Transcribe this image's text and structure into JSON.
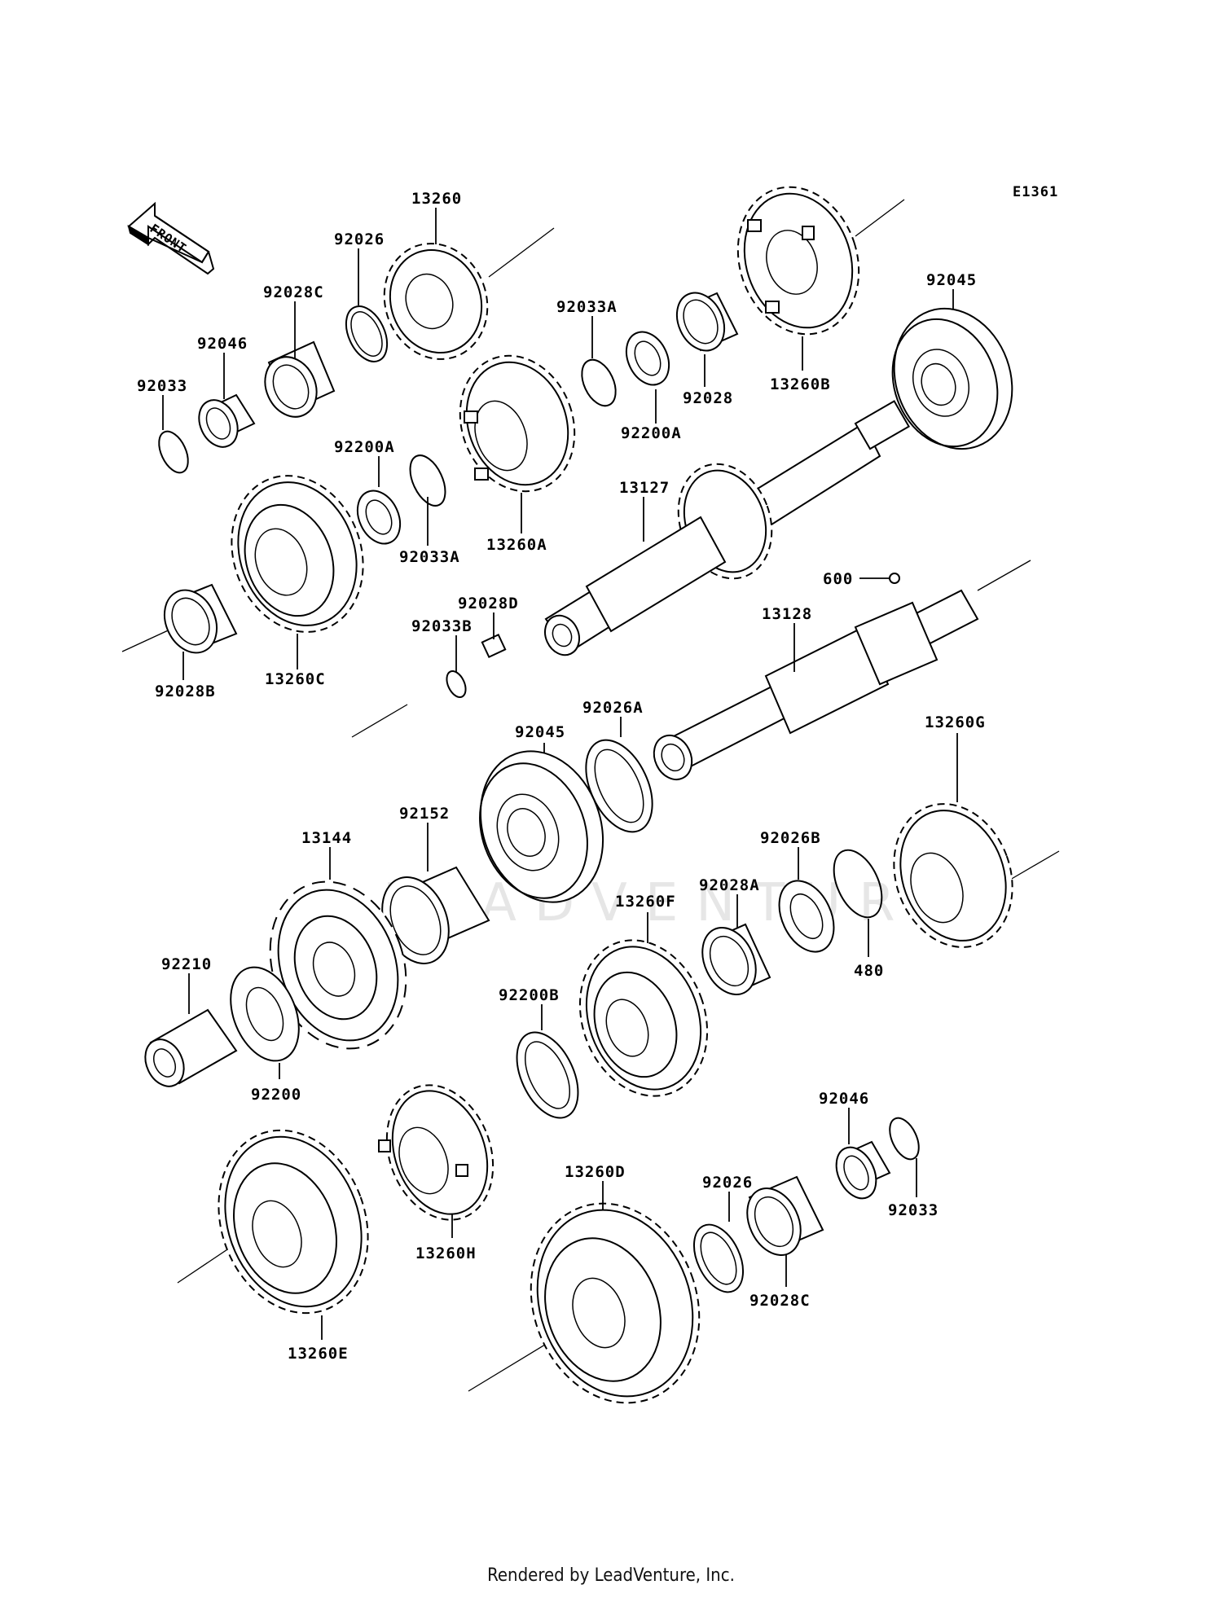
{
  "diagram_code": "E1361",
  "front_label": "FRONT",
  "watermark": "LEADVENTURE",
  "footer": "Rendered by LeadVenture, Inc.",
  "labels": {
    "l13260": "13260",
    "l92026_top": "92026",
    "l92028c_top": "92028C",
    "l92046_top": "92046",
    "l92033_top": "92033",
    "l92033a_top": "92033A",
    "l92200a_top": "92200A",
    "l92028": "92028",
    "l13260b": "13260B",
    "l92045_top": "92045",
    "l92200a_left": "92200A",
    "l92033a_left": "92033A",
    "l13260a": "13260A",
    "l13127": "13127",
    "l600": "600",
    "l92028d": "92028D",
    "l92033b": "92033B",
    "l92028b": "92028B",
    "l13260c": "13260C",
    "l13128": "13128",
    "l92026a": "92026A",
    "l92045_mid": "92045",
    "l13260g": "13260G",
    "l92152": "92152",
    "l13144": "13144",
    "l92026b": "92026B",
    "l92028a": "92028A",
    "l13260f": "13260F",
    "l480": "480",
    "l92210": "92210",
    "l92200b": "92200B",
    "l92200": "92200",
    "l92046_bot": "92046",
    "l92033_bot": "92033",
    "l92026_bot": "92026",
    "l13260d": "13260D",
    "l92028c_bot": "92028C",
    "l13260h": "13260H",
    "l13260e": "13260E"
  }
}
